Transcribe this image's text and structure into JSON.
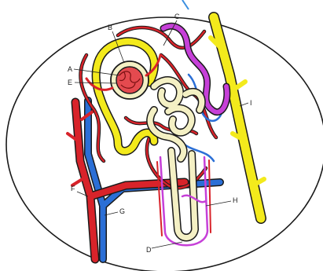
{
  "labels": {
    "a": "A",
    "b": "B",
    "c": "C",
    "d": "D",
    "e": "E",
    "f": "F",
    "g": "G",
    "h": "H",
    "i": "I"
  },
  "colors": {
    "artery": "#d8232a",
    "vein": "#2b6fd6",
    "tubule_yellow": "#f3ea1c",
    "tubule_cream": "#f4f0c4",
    "tubule_purple": "#c640d8",
    "outline": "#1a1a1a",
    "frame_top": "#3b8fe0"
  }
}
